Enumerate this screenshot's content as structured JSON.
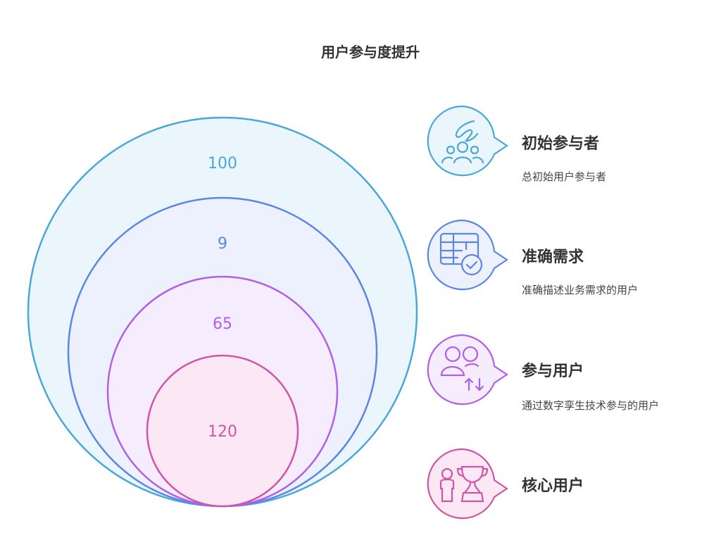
{
  "title": "用户参与度提升",
  "colors": {
    "blue": "#4aa8d8",
    "indigo": "#5b86e5",
    "purple": "#b060e8",
    "pink": "#d055a8"
  },
  "circles": [
    {
      "value": "100",
      "label": "初始参与者",
      "description": "总初始用户参与者",
      "icon": "hand-over-group-icon"
    },
    {
      "value": "9",
      "label": "准确需求",
      "description": "准确描述业务需求的用户",
      "icon": "table-check-icon"
    },
    {
      "value": "65",
      "label": "参与用户",
      "description": "通过数字孪生技术参与的用户",
      "icon": "users-exchange-icon"
    },
    {
      "value": "120",
      "label": "核心用户",
      "description": "",
      "icon": "person-trophy-icon"
    }
  ]
}
